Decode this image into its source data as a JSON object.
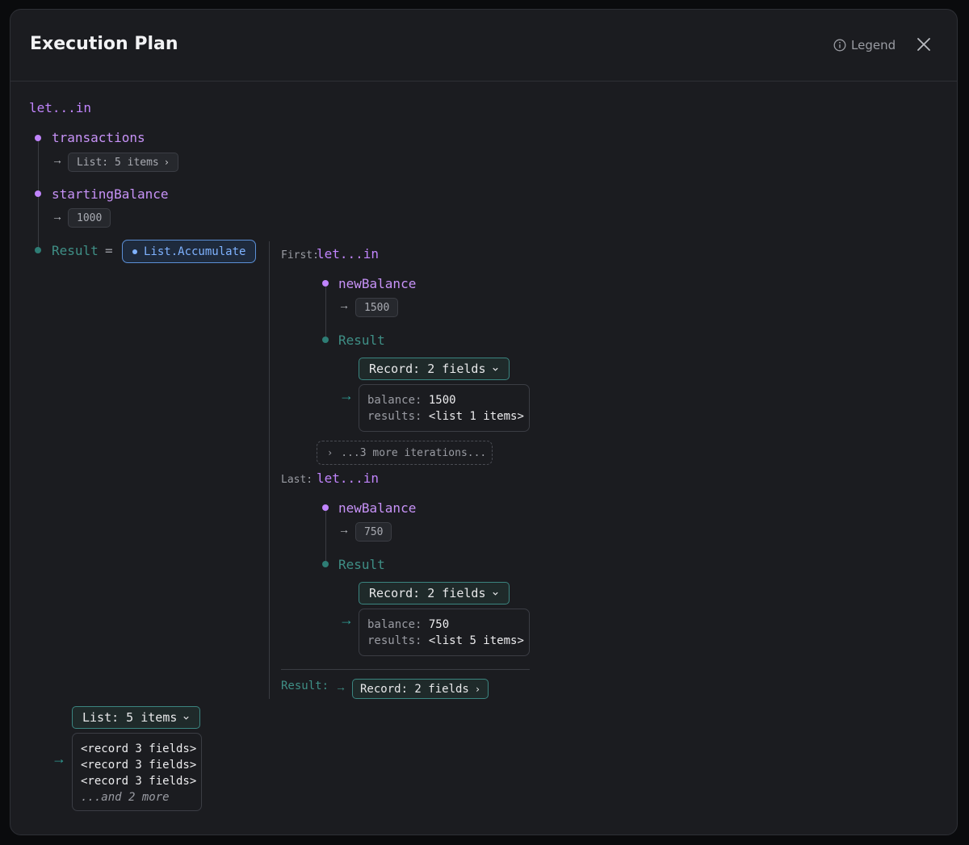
{
  "header": {
    "title": "Execution Plan",
    "legend_label": "Legend"
  },
  "root": {
    "keyword": "let...in",
    "bindings": [
      {
        "name": "transactions",
        "arrow": "→",
        "value": "List: 5 items",
        "chevron": "›"
      },
      {
        "name": "startingBalance",
        "arrow": "→",
        "value": "1000"
      }
    ],
    "result_label": "Result",
    "equals": "=",
    "result_fn": "List.Accumulate"
  },
  "accumulate": {
    "first": {
      "prefix": "First:",
      "keyword": "let...in",
      "binding_name": "newBalance",
      "binding_value": "1500",
      "result_label": "Result",
      "record_label": "Record: 2 fields",
      "fields": [
        {
          "key": "balance:",
          "value": "1500"
        },
        {
          "key": "results:",
          "value": "<list 1 items>"
        }
      ]
    },
    "more_iterations": "...3 more iterations...",
    "last": {
      "prefix": "Last:",
      "keyword": "let...in",
      "binding_name": "newBalance",
      "binding_value": "750",
      "result_label": "Result",
      "record_label": "Record: 2 fields",
      "fields": [
        {
          "key": "balance:",
          "value": "750"
        },
        {
          "key": "results:",
          "value": "<list 5 items>"
        }
      ]
    },
    "result_label": "Result:",
    "result_value": "Record: 2 fields"
  },
  "final": {
    "list_label": "List: 5 items",
    "items": [
      "<record 3 fields>",
      "<record 3 fields>",
      "<record 3 fields>"
    ],
    "more": "...and 2 more"
  },
  "colors": {
    "background": "#1b1c20",
    "keyword": "#c084fc",
    "result": "#3f8f86",
    "accent_blue": "#7fb2ff",
    "teal_border": "#3b8580"
  },
  "icons": {
    "legend": "info-circle-icon",
    "close": "close-x-icon",
    "chevron_right": "chevron-right-icon",
    "chevron_down": "chevron-down-icon"
  }
}
